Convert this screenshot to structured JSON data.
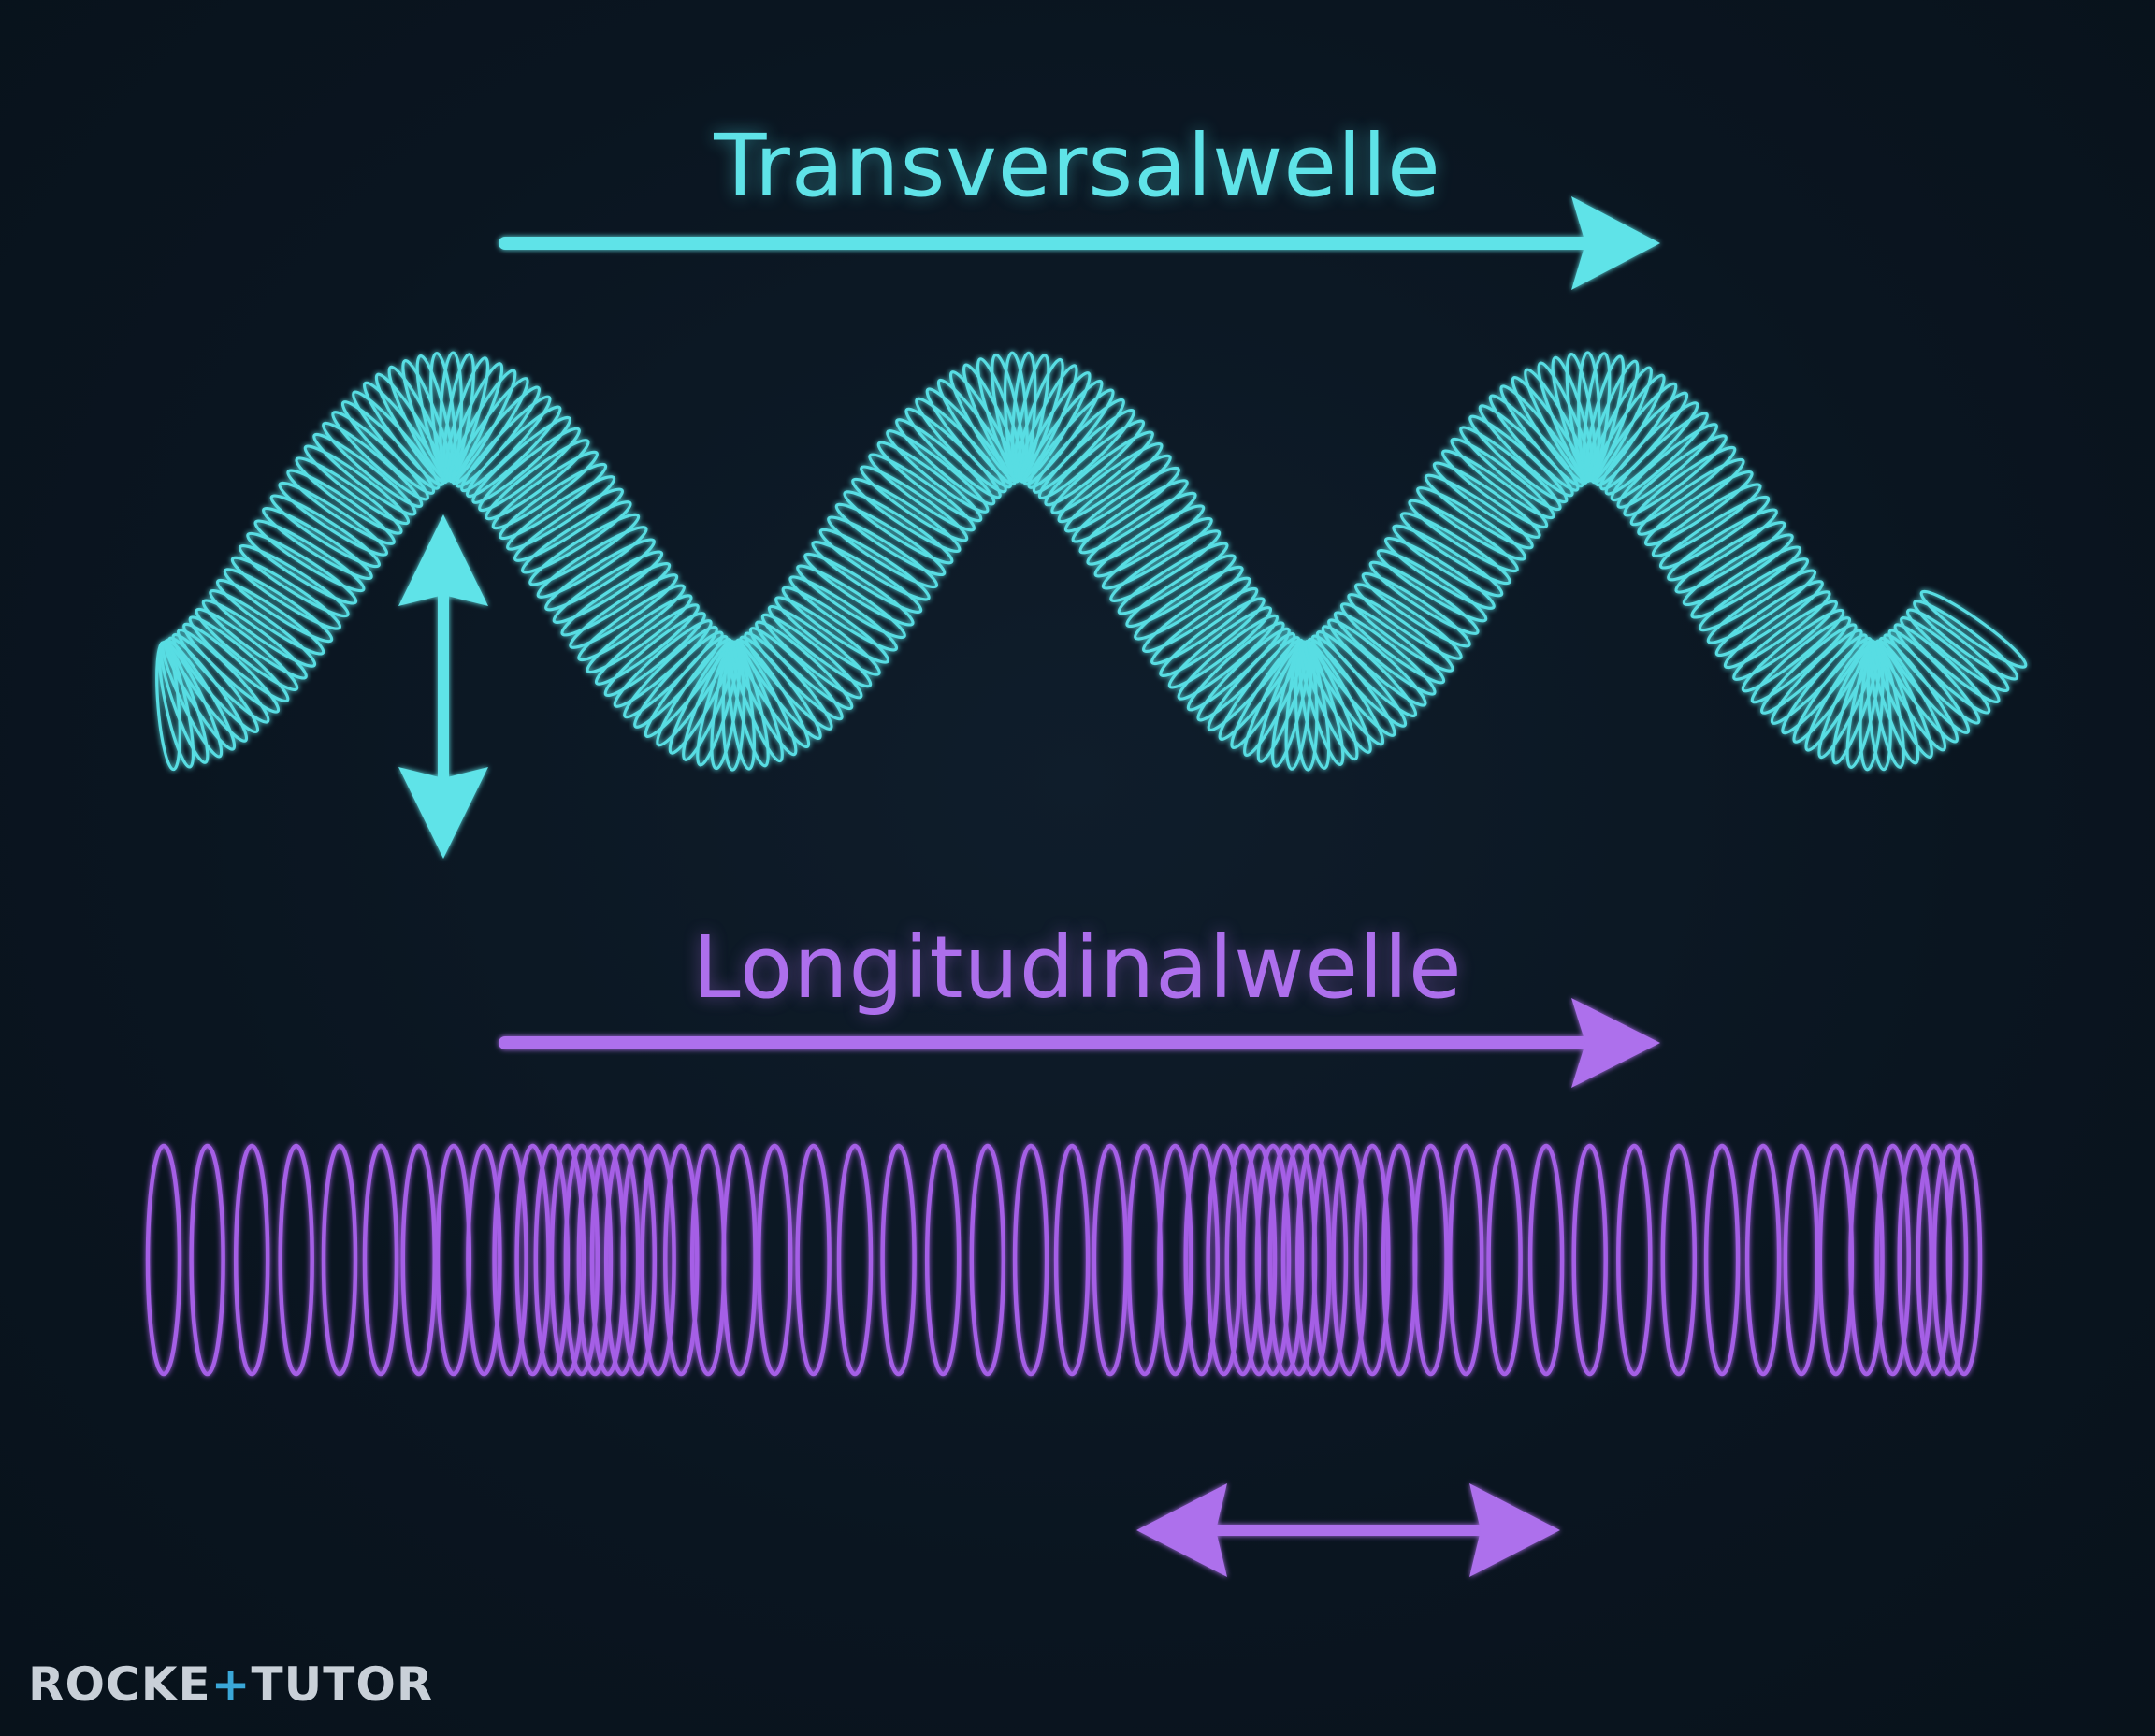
{
  "colors": {
    "background": "#0b1622",
    "transverse": "#5fe3e8",
    "longitudinal": "#ad6fec",
    "logo_text": "#c9d0d8",
    "logo_accent": "#3aa7d8"
  },
  "transverse": {
    "title": "Transversalwelle",
    "propagation_arrow_icon": "arrow-right-icon",
    "oscillation_arrow_icon": "arrow-up-down-icon"
  },
  "longitudinal": {
    "title": "Longitudinalwelle",
    "propagation_arrow_icon": "arrow-right-icon",
    "oscillation_arrow_icon": "arrow-left-right-icon"
  },
  "logo": {
    "left": "ROCKE",
    "plus": "+",
    "right": "TUTOR"
  }
}
